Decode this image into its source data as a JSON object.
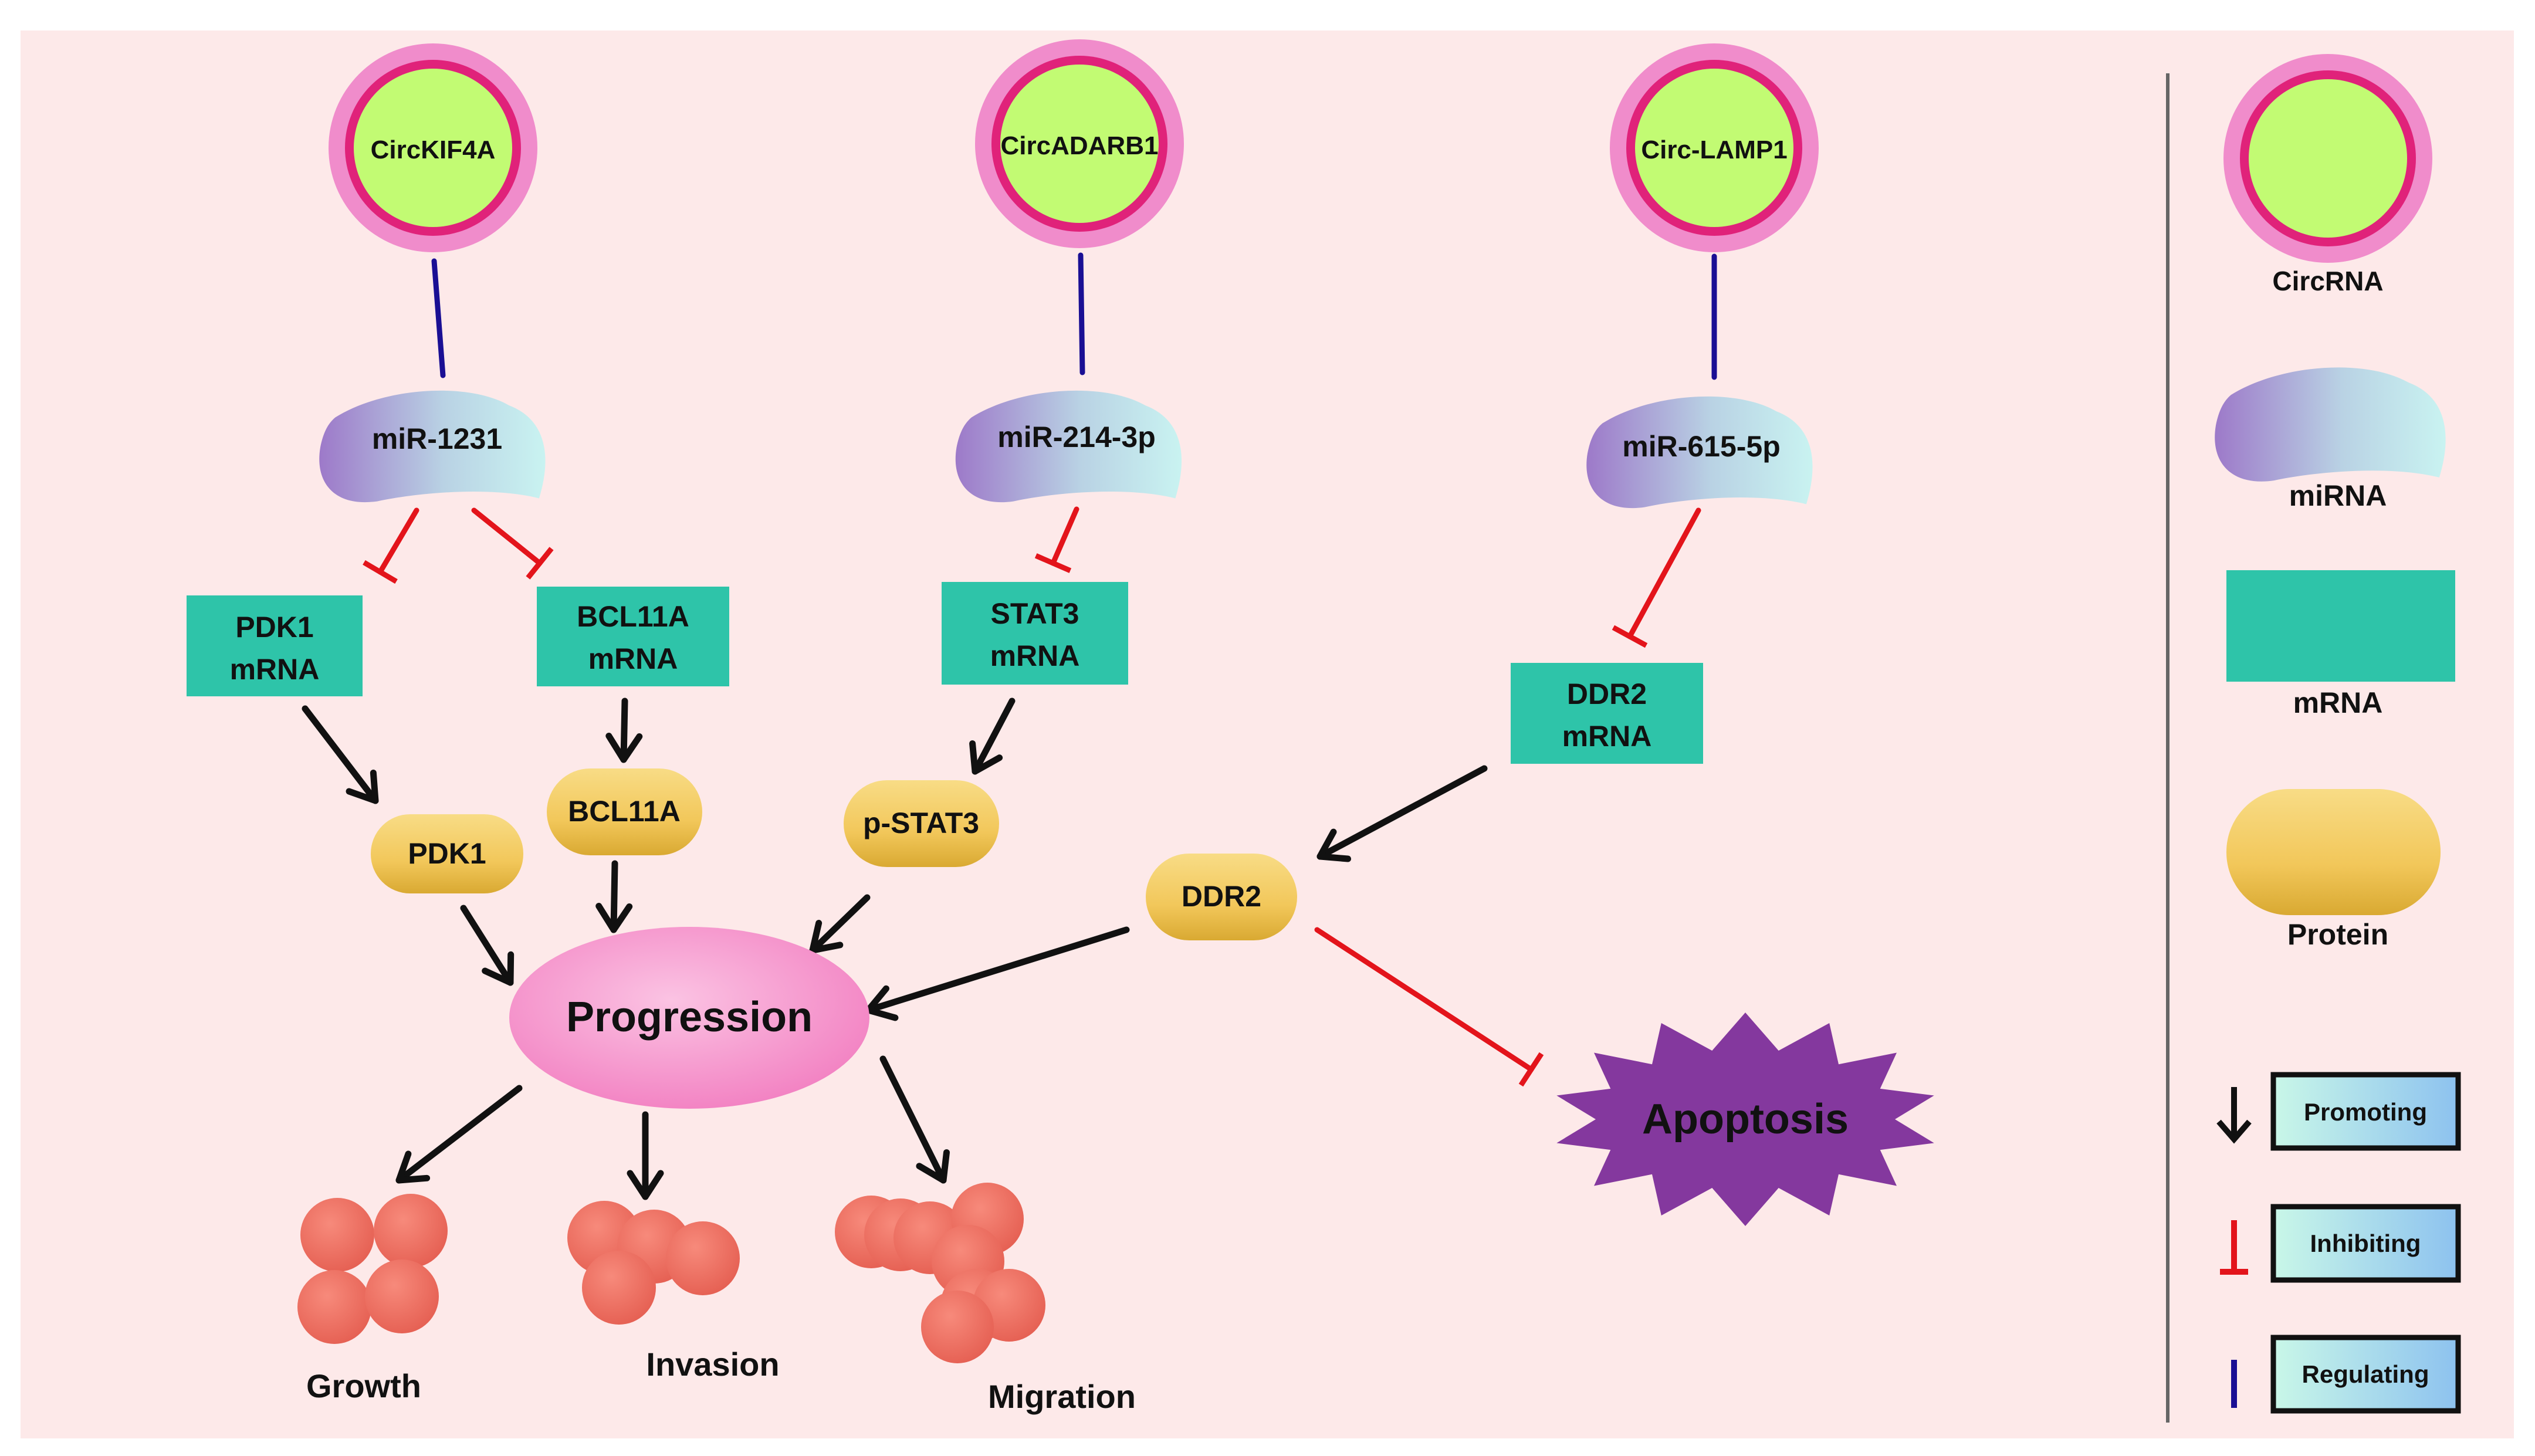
{
  "colors": {
    "panel_bg": "#fde9e9",
    "circ_ring": "#f08ccb",
    "circ_inner_ring": "#e0227a",
    "circ_fill": "#c2fb73",
    "mirna_left": "#9d79c9",
    "mirna_right": "#c9f3f1",
    "mrna_fill": "#2ec4a9",
    "protein_fill": "#f4cd61",
    "progression_fill": "#f7a6d4",
    "apoptosis_fill": "#84389e",
    "promote_color": "#111111",
    "inhibit_color": "#e3141b",
    "regulate_color": "#1a0f94"
  },
  "nodes": {
    "circ_kif4a": "CircKIF4A",
    "circ_adarb1": "CircADARB1",
    "circ_lamp1": "Circ-LAMP1",
    "mir_1231": "miR-1231",
    "mir_214": "miR-214-3p",
    "mir_615": "miR-615-5p",
    "pdk1_mrna": [
      "PDK1",
      "mRNA"
    ],
    "bcl11a_mrna": [
      "BCL11A",
      "mRNA"
    ],
    "stat3_mrna": [
      "STAT3",
      "mRNA"
    ],
    "ddr2_mrna": [
      "DDR2",
      "mRNA"
    ],
    "pdk1": "PDK1",
    "bcl11a": "BCL11A",
    "pstat3": "p-STAT3",
    "ddr2": "DDR2",
    "progression": "Progression",
    "apoptosis": "Apoptosis"
  },
  "outcomes": {
    "growth": "Growth",
    "invasion": "Invasion",
    "migration": "Migration"
  },
  "legend": {
    "circrna": "CircRNA",
    "mirna": "miRNA",
    "mrna": "mRNA",
    "protein": "Protein",
    "promoting": "Promoting",
    "inhibiting": "Inhibiting",
    "regulating": "Regulating"
  }
}
